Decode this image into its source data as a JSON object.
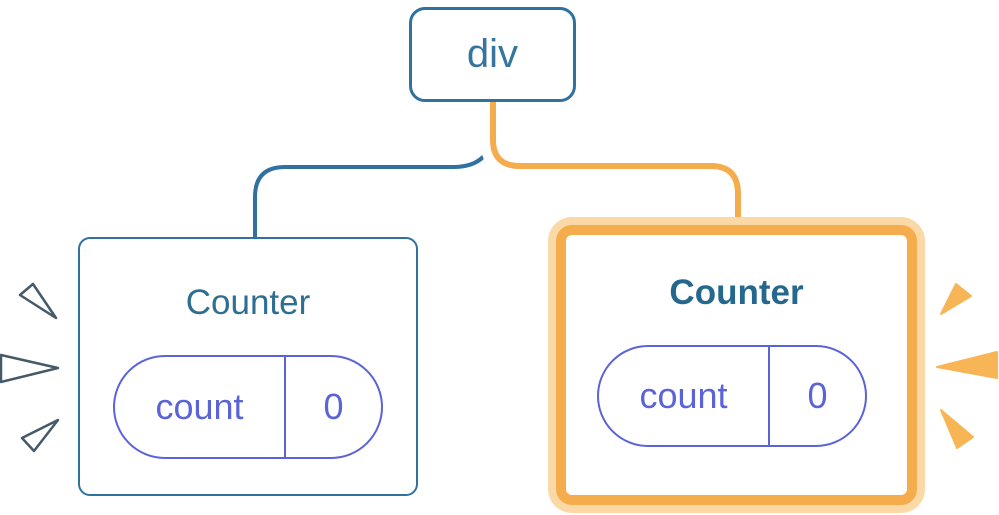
{
  "diagram": {
    "root": {
      "label": "div"
    },
    "left_counter": {
      "title": "Counter",
      "state": {
        "key": "count",
        "value": "0"
      },
      "highlighted": false
    },
    "right_counter": {
      "title": "Counter",
      "state": {
        "key": "count",
        "value": "0"
      },
      "highlighted": true
    }
  },
  "colors": {
    "blue_border": "#30719F",
    "blue_text": "#35759E",
    "title_teal": "#2D6E91",
    "title_teal_bold": "#26688D",
    "purple": "#5B63D8",
    "orange": "#F5AC4C",
    "peach": "#FBD9A6",
    "spark_orange": "#F7B556",
    "spark_outline": "#455A68",
    "card_bg": "#FFFFFF"
  },
  "icons": {
    "left_sparks": "spark-emphasis-white",
    "right_sparks": "spark-emphasis-orange"
  }
}
